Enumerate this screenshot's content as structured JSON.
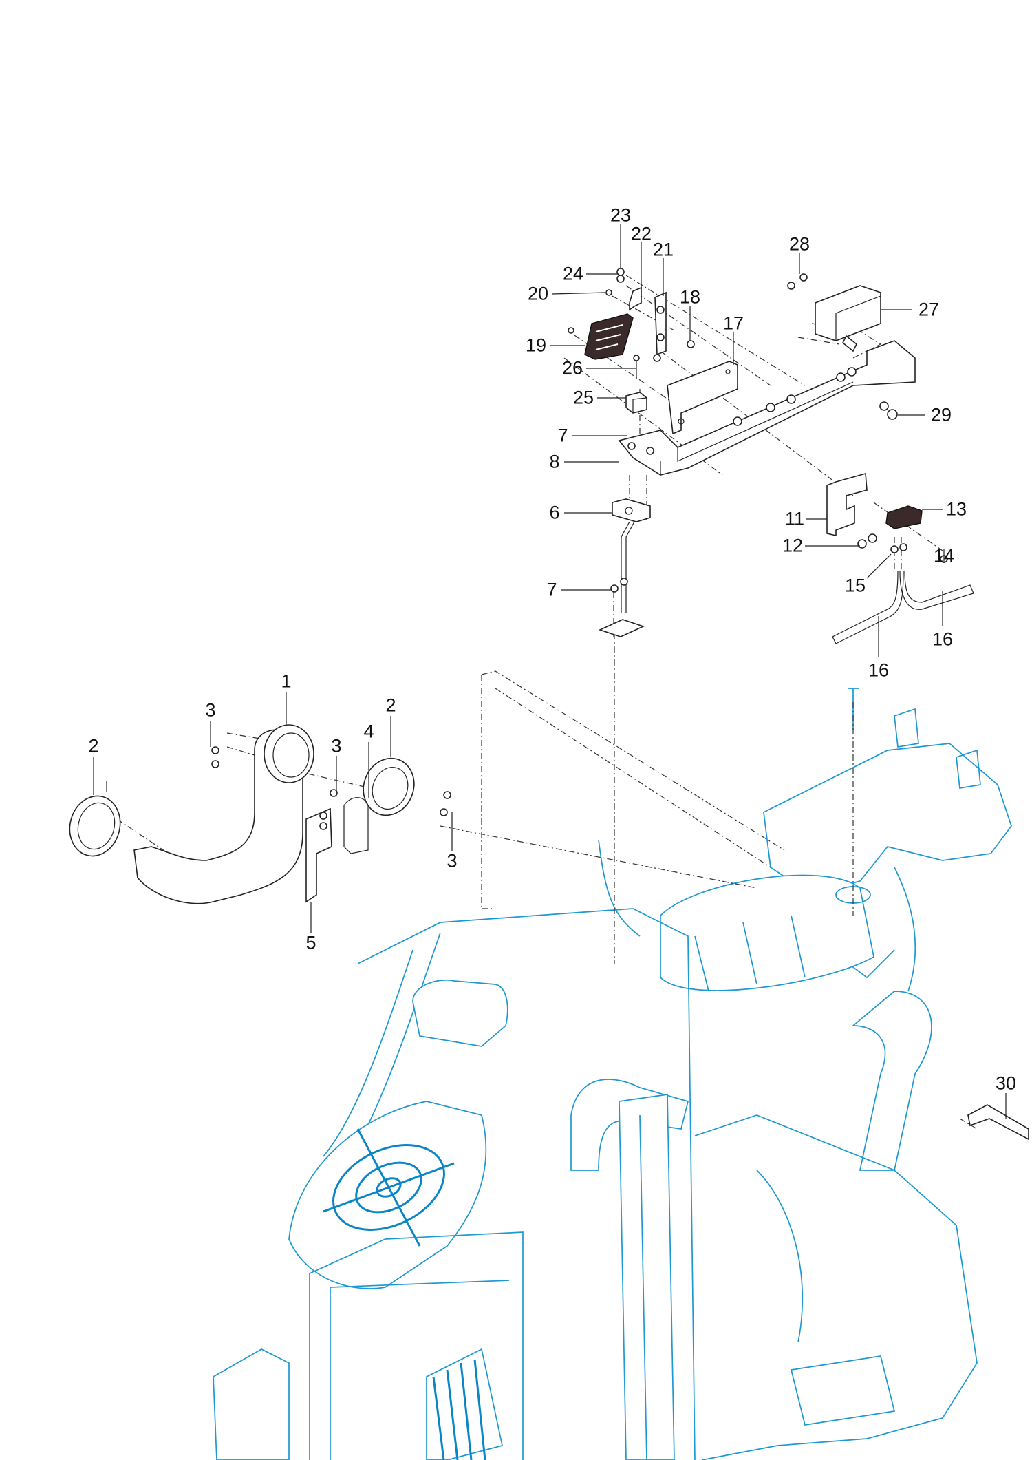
{
  "diagram": {
    "title": "Exhaust pipe and aftertreatment sensor mounting – exploded view",
    "colors": {
      "parts_line": "#222222",
      "engine_line": "#1e98d0",
      "background": "#ffffff"
    },
    "callouts": [
      {
        "id": "c23",
        "label": "23",
        "part": "bolt"
      },
      {
        "id": "c22",
        "label": "22",
        "part": "clip"
      },
      {
        "id": "c21",
        "label": "21",
        "part": "bracket-plate"
      },
      {
        "id": "c24",
        "label": "24",
        "part": "bolt"
      },
      {
        "id": "c20",
        "label": "20",
        "part": "bolt"
      },
      {
        "id": "c18",
        "label": "18",
        "part": "bolt"
      },
      {
        "id": "c17",
        "label": "17",
        "part": "bracket"
      },
      {
        "id": "c28",
        "label": "28",
        "part": "bolt"
      },
      {
        "id": "c27",
        "label": "27",
        "part": "sensor-housing"
      },
      {
        "id": "c19",
        "label": "19",
        "part": "control-module"
      },
      {
        "id": "c26",
        "label": "26",
        "part": "bolt"
      },
      {
        "id": "c25",
        "label": "25",
        "part": "spacer-block"
      },
      {
        "id": "c29",
        "label": "29",
        "part": "nut"
      },
      {
        "id": "c7a",
        "label": "7",
        "part": "bolt"
      },
      {
        "id": "c8",
        "label": "8",
        "part": "mounting-rail"
      },
      {
        "id": "c6",
        "label": "6",
        "part": "support-stay"
      },
      {
        "id": "c13",
        "label": "13",
        "part": "pressure-sensor"
      },
      {
        "id": "c11",
        "label": "11",
        "part": "sensor-bracket"
      },
      {
        "id": "c14",
        "label": "14",
        "part": "bolt"
      },
      {
        "id": "c12",
        "label": "12",
        "part": "bolt"
      },
      {
        "id": "c15",
        "label": "15",
        "part": "hose-clamp"
      },
      {
        "id": "c7b",
        "label": "7",
        "part": "bolt"
      },
      {
        "id": "c16a",
        "label": "16",
        "part": "hose"
      },
      {
        "id": "c16b",
        "label": "16",
        "part": "hose"
      },
      {
        "id": "c1",
        "label": "1",
        "part": "exhaust-pipe"
      },
      {
        "id": "c2a",
        "label": "2",
        "part": "v-band-clamp"
      },
      {
        "id": "c3a",
        "label": "3",
        "part": "bolt"
      },
      {
        "id": "c2b",
        "label": "2",
        "part": "v-band-clamp"
      },
      {
        "id": "c3b",
        "label": "3",
        "part": "bolt"
      },
      {
        "id": "c4",
        "label": "4",
        "part": "pipe-clamp"
      },
      {
        "id": "c3c",
        "label": "3",
        "part": "bolt"
      },
      {
        "id": "c5",
        "label": "5",
        "part": "pipe-bracket"
      },
      {
        "id": "c30",
        "label": "30",
        "part": "angle-bracket"
      }
    ]
  }
}
